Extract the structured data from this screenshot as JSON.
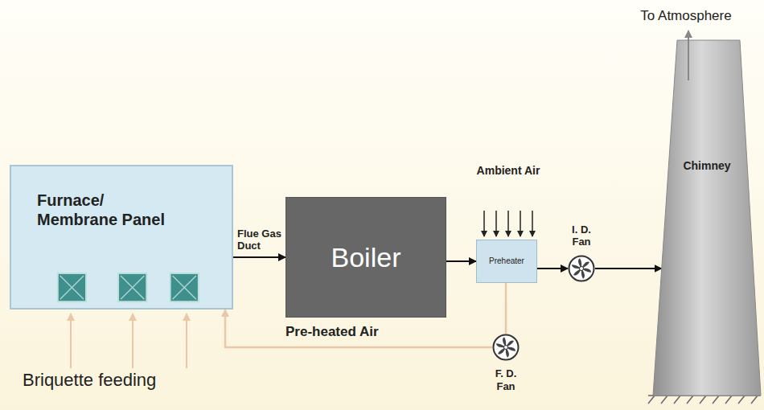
{
  "diagram": {
    "nodes": [
      {
        "text": [
          "Furnace/ Membrane Panel"
        ]
      },
      {
        "text": [
          "Boiler"
        ]
      },
      {
        "text": [
          "Preheater"
        ]
      },
      {
        "text": [
          "I. D. Fan"
        ]
      },
      {
        "text": [
          "F. D. Fan"
        ]
      },
      {
        "text": [
          "Chimney"
        ]
      }
    ],
    "edges": [
      {
        "from": 0,
        "to": 1,
        "label": "Flue Gas Duct",
        "arrow": "to"
      },
      {
        "from": 1,
        "to": 2,
        "arrow": "to"
      },
      {
        "from": 2,
        "to": 3,
        "arrow": "to"
      },
      {
        "from": 3,
        "to": 5,
        "arrow": "to"
      },
      {
        "from": 2,
        "to": 4,
        "arrow": "none"
      },
      {
        "from": 4,
        "to": 0,
        "label": "Pre-heated Air",
        "arrow": "to"
      }
    ],
    "labels": [
      "Briquette feeding",
      "Ambient Air",
      "To Atmosphere"
    ]
  }
}
